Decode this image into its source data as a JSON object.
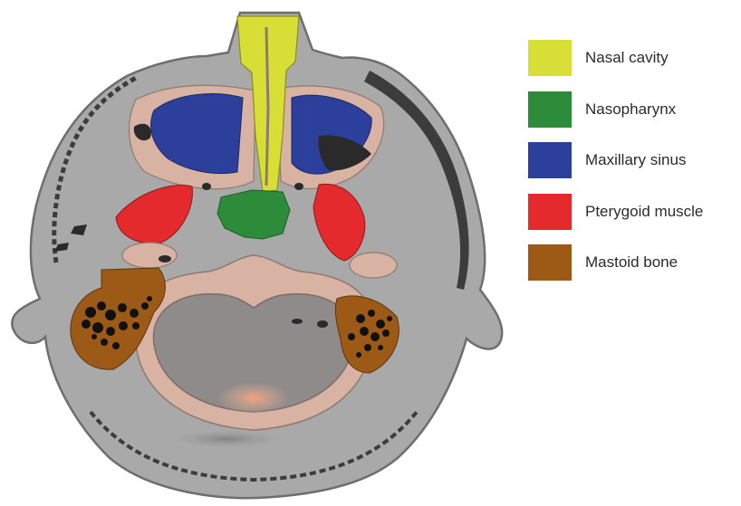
{
  "legend": {
    "items": [
      {
        "label": "Nasal cavity",
        "color": "#d7df36"
      },
      {
        "label": "Nasopharynx",
        "color": "#2c8c3a"
      },
      {
        "label": "Maxillary sinus",
        "color": "#2c3f9a"
      },
      {
        "label": "Pterygoid muscle",
        "color": "#e52a2e"
      },
      {
        "label": "Mastoid bone",
        "color": "#9c5a16"
      }
    ]
  },
  "colors": {
    "soft_tissue": "#a9a9a9",
    "bone": "#d8b2a2",
    "outline": "#6e6e6e",
    "air": "#2a2a2a",
    "brain": "#8f8b8a",
    "dark_rim": "#3c3c3c"
  }
}
